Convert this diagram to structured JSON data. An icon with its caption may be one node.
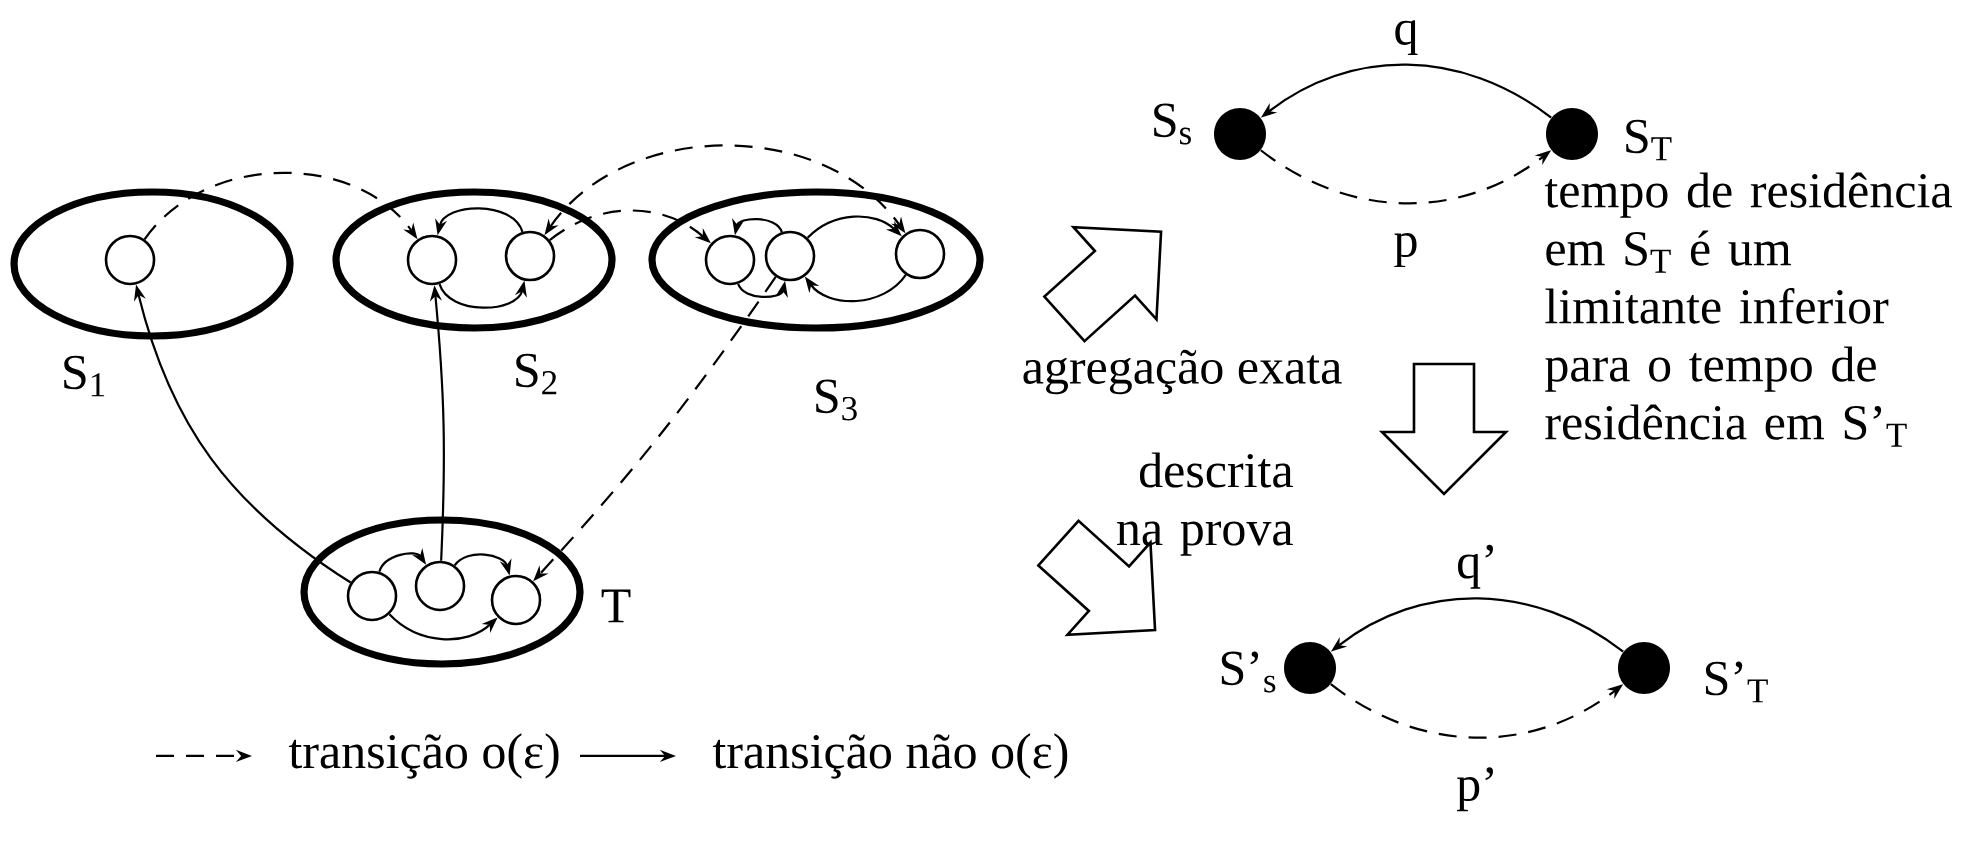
{
  "diagram": {
    "nodes": [
      {
        "text": [
          "S$_{1}$"
        ]
      },
      {
        "text": [],
        "shape": "circle",
        "in": 0
      },
      {
        "text": [
          "S$_{2}$"
        ]
      },
      {
        "text": [],
        "shape": "circle",
        "in": 2
      },
      {
        "text": [],
        "shape": "circle",
        "in": 2
      },
      {
        "text": [
          "S$_{3}$"
        ]
      },
      {
        "text": [],
        "shape": "circle",
        "in": 5
      },
      {
        "text": [],
        "shape": "circle",
        "in": 5
      },
      {
        "text": [],
        "shape": "circle",
        "in": 5
      },
      {
        "text": [
          "T"
        ]
      },
      {
        "text": [],
        "shape": "circle",
        "in": 9
      },
      {
        "text": [],
        "shape": "circle",
        "in": 9
      },
      {
        "text": [],
        "shape": "circle",
        "in": 9
      },
      {
        "text": [
          "S$_{s}$"
        ]
      },
      {
        "text": [
          "S$_{T}$"
        ]
      },
      {
        "text": [
          "S’$_{s}$"
        ]
      },
      {
        "text": [
          "S’$_{T}$"
        ]
      }
    ],
    "edges": [
      {
        "from": 1,
        "to": 3,
        "arrow": "to",
        "style": "dashed"
      },
      {
        "from": 10,
        "to": 1,
        "arrow": "to"
      },
      {
        "from": 11,
        "to": 3,
        "arrow": "to"
      },
      {
        "from": 4,
        "to": 3,
        "arrow": "to"
      },
      {
        "from": 3,
        "to": 4,
        "arrow": "to"
      },
      {
        "from": 4,
        "to": 6,
        "arrow": "to",
        "style": "dashed"
      },
      {
        "from": 4,
        "to": 8,
        "arrow": "both",
        "style": "dashed"
      },
      {
        "from": 7,
        "to": 6,
        "arrow": "to"
      },
      {
        "from": 7,
        "to": 8,
        "arrow": "to"
      },
      {
        "from": 6,
        "to": 7,
        "arrow": "to"
      },
      {
        "from": 8,
        "to": 7,
        "arrow": "to"
      },
      {
        "from": 7,
        "to": 12,
        "arrow": "to",
        "style": "dashed"
      },
      {
        "from": 10,
        "to": 11,
        "arrow": "to"
      },
      {
        "from": 11,
        "to": 12,
        "arrow": "to"
      },
      {
        "from": 10,
        "to": 12,
        "arrow": "to"
      },
      {
        "from": 14,
        "to": 13,
        "arrow": "to",
        "label": "q"
      },
      {
        "from": 13,
        "to": 14,
        "arrow": "to",
        "style": "dashed",
        "label": "p"
      },
      {
        "from": 16,
        "to": 15,
        "arrow": "to",
        "label": "q’"
      },
      {
        "from": 15,
        "to": 16,
        "arrow": "to",
        "style": "dashed",
        "label": "p’"
      }
    ],
    "labels": [
      "agregação exata",
      "descrita na prova",
      "tempo de residência em S$_{T}$ é um limitante inferior para o tempo de residência em S’$_{T}$"
    ],
    "legend": [
      {
        "text": "transição o(ε)"
      },
      {
        "text": "transição não o(ε)"
      }
    ]
  }
}
